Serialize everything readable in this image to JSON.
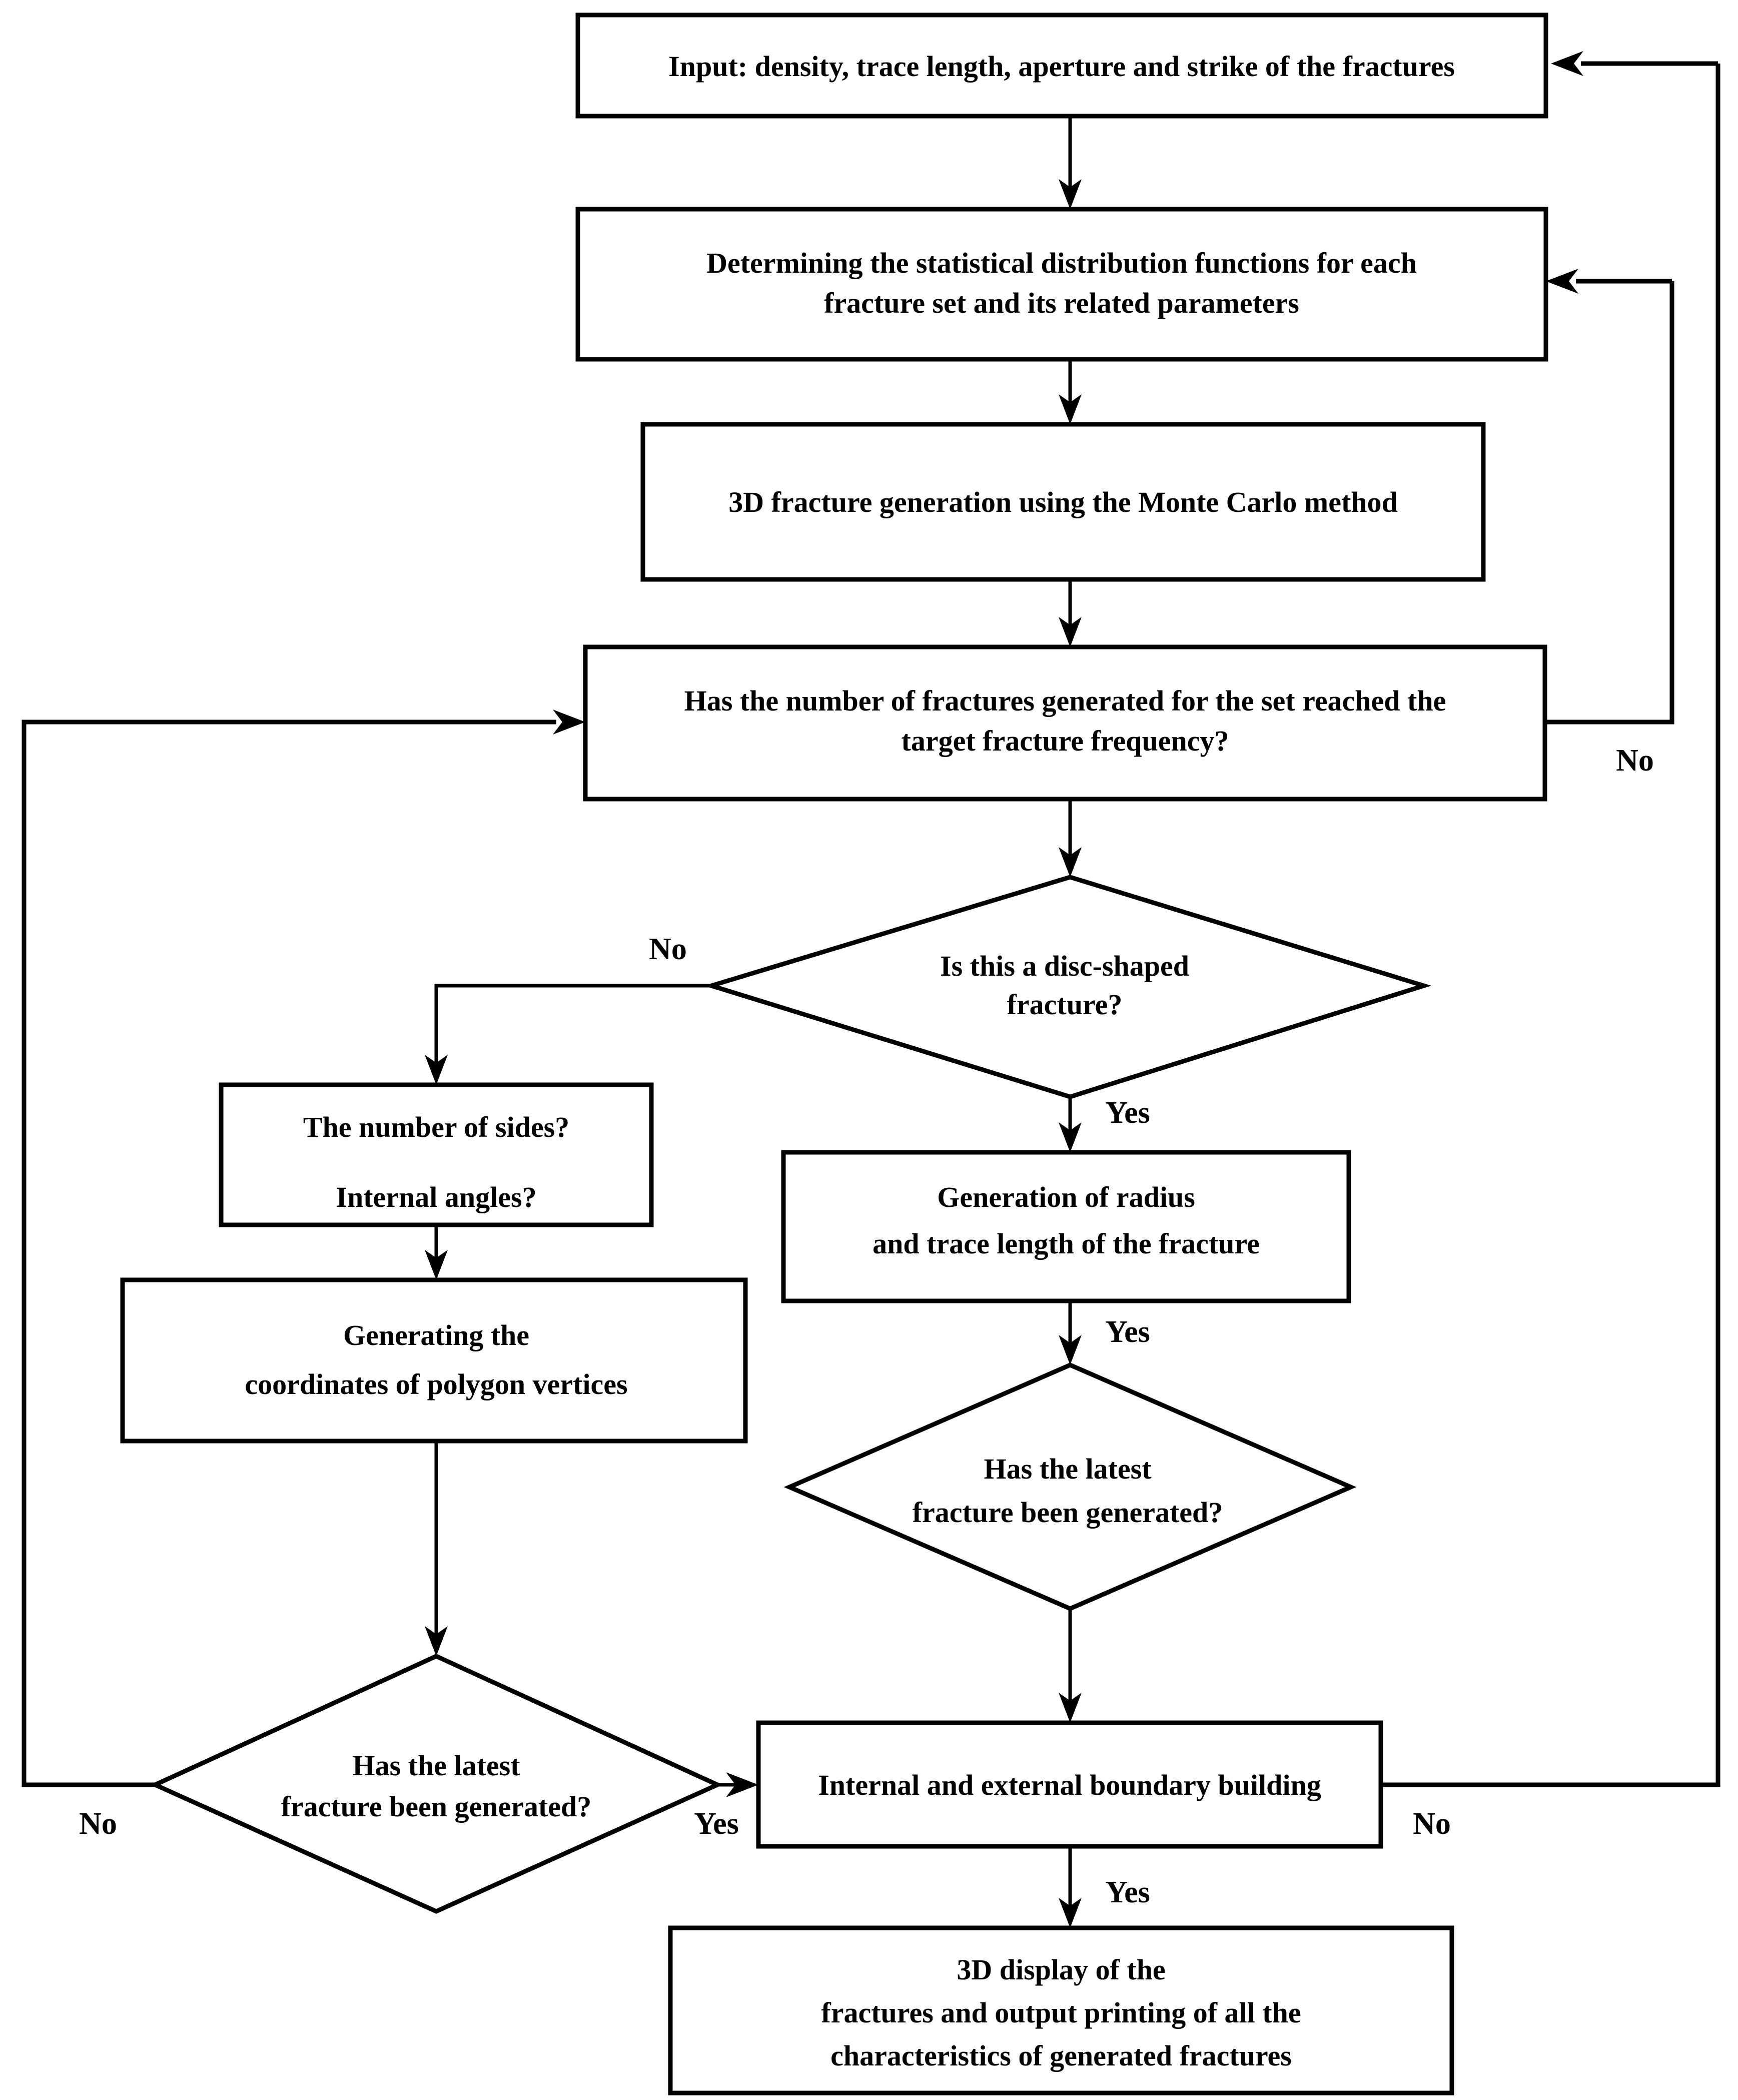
{
  "diagram": {
    "title": "3D fracture network generation flowchart",
    "colors": {
      "line": "#000000",
      "node_fill": "#ffffff",
      "text": "#000000",
      "background": "#ffffff"
    },
    "nodes": [
      {
        "id": "input",
        "shape": "rectangle",
        "lines": [
          "Input: density, trace length, aperture and strike of the fractures"
        ]
      },
      {
        "id": "distributions",
        "shape": "rectangle",
        "lines": [
          "Determining the statistical distribution functions for each",
          "fracture set and its related parameters"
        ]
      },
      {
        "id": "montecarlo",
        "shape": "rectangle",
        "lines": [
          "3D fracture generation using the Monte Carlo method"
        ]
      },
      {
        "id": "target-frequency",
        "shape": "rectangle",
        "lines": [
          "Has the number of fractures generated for the set reached the",
          "target fracture frequency?"
        ]
      },
      {
        "id": "disc-shaped",
        "shape": "diamond",
        "lines": [
          "Is this a disc-shaped",
          "fracture?"
        ]
      },
      {
        "id": "polygon-params",
        "shape": "rectangle",
        "lines": [
          "The number of sides?",
          "",
          "Internal angles?"
        ]
      },
      {
        "id": "polygon-vertices",
        "shape": "rectangle",
        "lines": [
          "Generating the",
          "coordinates of polygon vertices"
        ]
      },
      {
        "id": "radius-trace",
        "shape": "rectangle",
        "lines": [
          "Generation of radius",
          "and trace length of the fracture"
        ]
      },
      {
        "id": "latest-fracture-right",
        "shape": "diamond",
        "lines": [
          "Has the latest",
          "fracture been generated?"
        ]
      },
      {
        "id": "latest-fracture-left",
        "shape": "diamond",
        "lines": [
          "Has the latest",
          "fracture been generated?"
        ]
      },
      {
        "id": "boundary-building",
        "shape": "rectangle",
        "lines": [
          "Internal and external boundary building"
        ]
      },
      {
        "id": "output-display",
        "shape": "rectangle",
        "lines": [
          "3D display of the",
          "fractures and output printing of all the",
          "characteristics of generated fractures"
        ]
      }
    ],
    "edge_labels": [
      {
        "id": "no-target-frequency",
        "text": "No"
      },
      {
        "id": "no-disc-shaped",
        "text": "No"
      },
      {
        "id": "yes-disc-shaped",
        "text": "Yes"
      },
      {
        "id": "yes-radius-trace",
        "text": "Yes"
      },
      {
        "id": "no-latest-left",
        "text": "No"
      },
      {
        "id": "yes-latest-left",
        "text": "Yes"
      },
      {
        "id": "no-boundary",
        "text": "No"
      },
      {
        "id": "yes-boundary",
        "text": "Yes"
      }
    ]
  }
}
